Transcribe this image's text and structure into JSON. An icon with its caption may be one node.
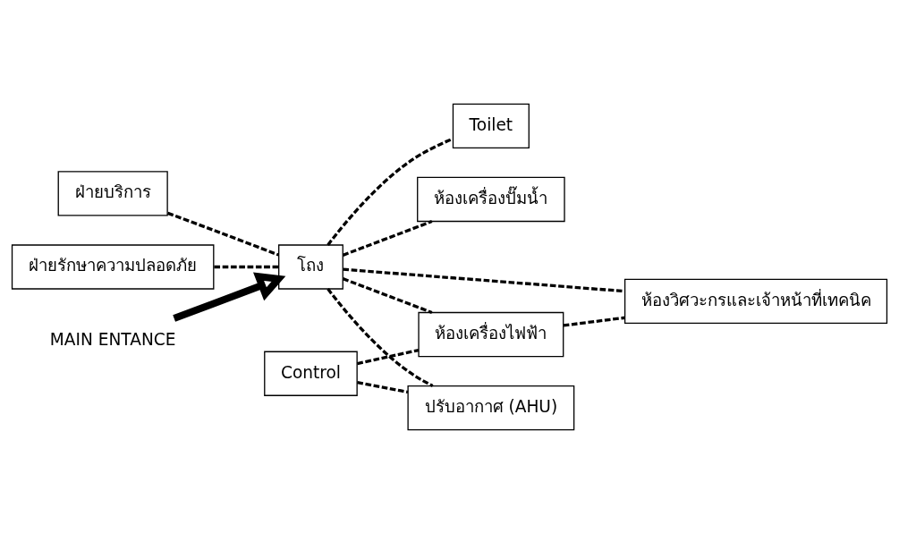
{
  "diagram": {
    "nodes": [
      {
        "text": [
          "ฝ่ายบริการ"
        ]
      },
      {
        "text": [
          "ฝ่ายรักษาความปลอดภัย"
        ]
      },
      {
        "text": [
          "โถง"
        ]
      },
      {
        "text": [
          "Control"
        ]
      },
      {
        "text": [
          "ห้องเครื่องไฟฟ้า"
        ]
      },
      {
        "text": [
          "Toilet"
        ]
      },
      {
        "text": [
          "ห้องเครื่องปั๊มน้ำ"
        ]
      },
      {
        "text": [
          "ห้องวิศวะกรและเจ้าหน้าที่เทคนิค"
        ]
      },
      {
        "text": [
          "ปรับอากาศ (AHU)"
        ]
      },
      {
        "text": [
          "MAIN ENTANCE"
        ]
      }
    ],
    "edges": [
      {
        "from": 0,
        "to": 2,
        "arrow": "none",
        "style": "dashed"
      },
      {
        "from": 1,
        "to": 2,
        "arrow": "none",
        "style": "dashed"
      },
      {
        "from": 3,
        "to": 4,
        "arrow": "none",
        "style": "dashed"
      },
      {
        "from": 3,
        "to": 8,
        "arrow": "none",
        "style": "dashed"
      },
      {
        "from": 2,
        "to": 8,
        "arrow": "none",
        "style": "dashed"
      },
      {
        "from": 2,
        "to": 4,
        "arrow": "none",
        "style": "dashed"
      },
      {
        "from": 2,
        "to": 7,
        "arrow": "none",
        "style": "dashed"
      },
      {
        "from": 4,
        "to": 7,
        "arrow": "none",
        "style": "dashed"
      },
      {
        "from": 2,
        "to": 5,
        "arrow": "none",
        "style": "dashed"
      },
      {
        "from": 2,
        "to": 6,
        "arrow": "none",
        "style": "dashed"
      },
      {
        "from": 9,
        "to": 2,
        "arrow": "to",
        "style": "thick"
      }
    ]
  }
}
